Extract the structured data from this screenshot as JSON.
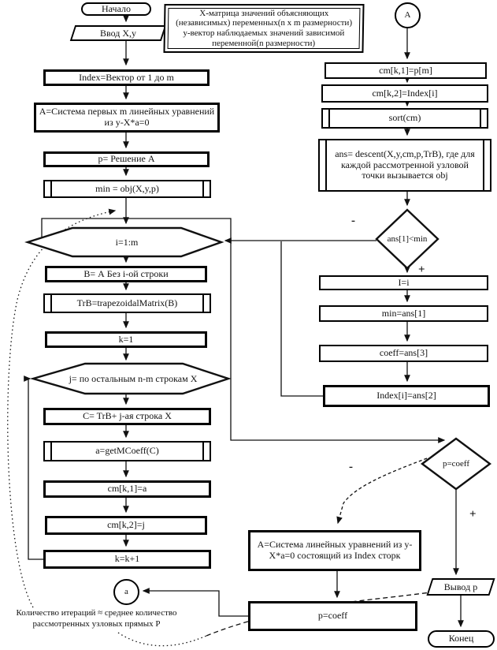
{
  "nodes": {
    "start": "Начало",
    "input_xy": "Ввод X,y",
    "top_note": "X-матрица значений объясняющих (независимых) переменных(n x m размерности) y-вектор наблюдаемых значений зависимой переменной(n размерности)",
    "index_vector": "Index=Вектор от 1 до m",
    "a_system_first": "А=Система первых m линейных уравнений из y-X*a=0",
    "p_solution": "p= Решение А",
    "min_obj": "min = obj(X,y,p)",
    "loop_i": "i=1:m",
    "b_without_row": "B= А Без i-ой строки",
    "trb_matrix": "TrB=trapezoidalMatrix(B)",
    "k_init": "k=1",
    "loop_j": "j= по остальным n-m строкам X",
    "c_row": "C= TrB+ j-ая строка X",
    "a_coeff": "a=getMCoeff(C)",
    "cm_k1_a": "cm[k,1]=a",
    "cm_k2_j": "cm[k,2]=j",
    "k_inc": "k=k+1",
    "connector_a_bottom": "a",
    "connector_a_top": "A",
    "cm_k1_pm": "cm[k,1]=p[m]",
    "cm_k2_index": "cm[k,2]=Index[i]",
    "sort_cm": "sort(cm)",
    "descent": "ans= descent(X,y,cm,p,TrB), где для каждой рассмотренной узловой точки вызывается obj",
    "cond_ans_min": "ans[1]<min",
    "i_assign": "I=i",
    "min_assign": "min=ans[1]",
    "coeff_assign": "coeff=ans[3]",
    "index_assign": "Index[i]=ans[2]",
    "cond_p_coeff": "p=coeff",
    "a_system_index": "А=Система  линейных уравнений из y-X*a=0 состоящий из Index сторк",
    "output_p": "Вывод p",
    "p_assign": "p=coeff",
    "end": "Конец",
    "bottom_note": "Количество итераций ≈ среднее количество рассмотренных узловых прямых P"
  },
  "branch_labels": {
    "ans_minus": "-",
    "ans_plus": "+",
    "p_minus": "-",
    "p_plus": "+"
  },
  "colors": {
    "line": "#111111",
    "background": "#ffffff",
    "shape_fill": "#ffffff"
  }
}
